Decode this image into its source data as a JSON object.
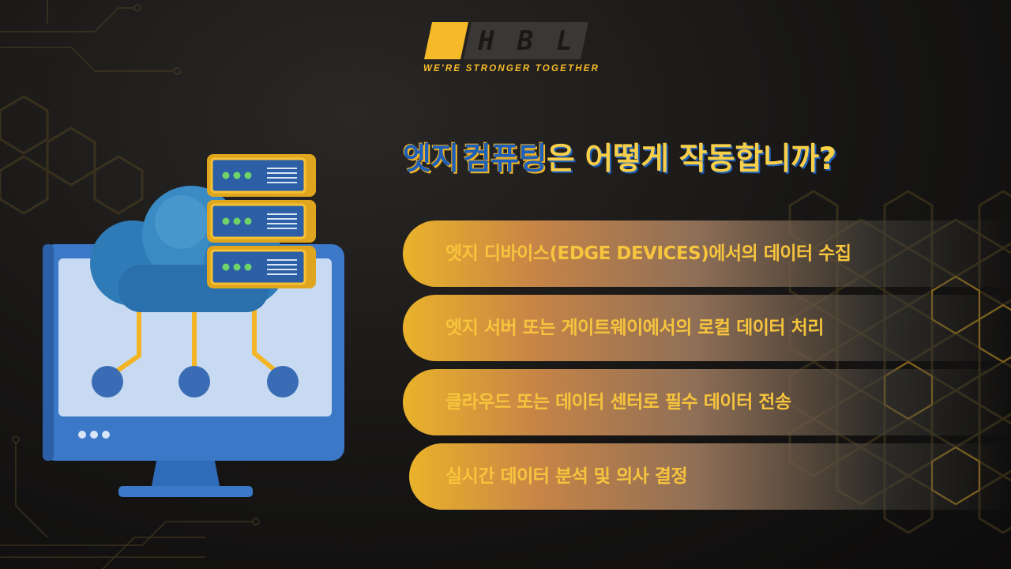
{
  "logo": {
    "letters": [
      "H",
      "B",
      "L"
    ],
    "tagline": "We're stronger together",
    "colors": {
      "accent": "#f6b928",
      "dark": "#3a3837"
    }
  },
  "title": {
    "part1": "엣지",
    "part2": "컴퓨팅",
    "part3": "은 어떻게 작동합니까?"
  },
  "steps": [
    {
      "label": "엣지 디바이스(EDGE DEVICES)에서의 데이터 수집"
    },
    {
      "label": "엣지 서버 또는 게이트웨이에서의 로컬 데이터 처리"
    },
    {
      "label": "클라우드 또는 데이터 센터로 필수 데이터 전송"
    },
    {
      "label": "실시간 데이터 분석 및 의사 결정"
    }
  ],
  "illustration": {
    "icon": "cloud-server-monitor-icon",
    "colors": {
      "monitor": "#3b78c8",
      "screen": "#c5d9f0",
      "cloud": "#3d8cc4",
      "server": "#f3b526"
    }
  }
}
